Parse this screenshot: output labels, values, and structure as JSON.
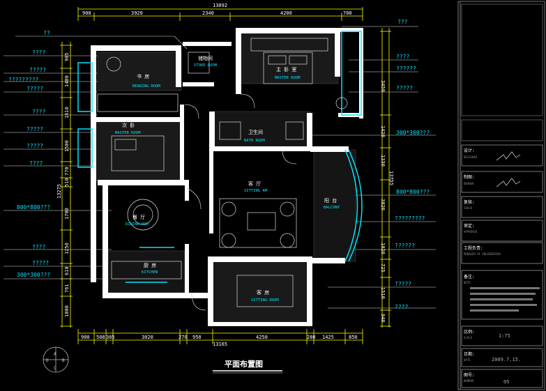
{
  "dimensions_top": {
    "overall": "13092",
    "segments": [
      "900",
      "3920",
      "2340",
      "4200",
      "700"
    ]
  },
  "dimensions_bottom": {
    "overall": "13165",
    "segments": [
      "900",
      "508",
      "305",
      "3020",
      "270",
      "950",
      "4250",
      "280",
      "1425",
      "850"
    ]
  },
  "dimensions_left": {
    "overall": "13275",
    "segments": [
      "905",
      "1480",
      "1610",
      "1500",
      "770",
      "510",
      "1700",
      "1250",
      "610",
      "761",
      "1800"
    ]
  },
  "dimensions_right": {
    "overall": "13755",
    "segments": [
      "3450",
      "1420",
      "1330",
      "3020",
      "1020",
      "725",
      "1510",
      "940"
    ]
  },
  "annotations_left": [
    "??",
    "????",
    "?????",
    "?????????",
    "?????",
    "????",
    "?????",
    "?????",
    "????",
    "800*800???",
    "????",
    "?????",
    "300*300???"
  ],
  "annotations_right": [
    "???",
    "????",
    "??????",
    "?????",
    "300*300???",
    "800*800???",
    "?????????",
    "??????",
    "?????",
    "????"
  ],
  "rooms": [
    {
      "cn": "书  房",
      "en": "READING ROOM"
    },
    {
      "cn": "储物间",
      "en": "STORE ROOM"
    },
    {
      "cn": "主 卧 室",
      "en": "MASTER ROOM"
    },
    {
      "cn": "次  卧",
      "en": "MASTER ROOM"
    },
    {
      "cn": "卫生间",
      "en": "BATH ROOM"
    },
    {
      "cn": "客  厅",
      "en": "SITTING RM"
    },
    {
      "cn": "阳  台",
      "en": "BALCONY"
    },
    {
      "cn": "餐  厅",
      "en": "DINING ROO"
    },
    {
      "cn": "厨  房",
      "en": "KITCHEN"
    },
    {
      "cn": "客  房",
      "en": "SITTING ROOM"
    }
  ],
  "drawing_title": "平面布置图",
  "compass": [
    "A",
    "B",
    "C",
    "D"
  ],
  "title_block": {
    "design_cn": "设计:",
    "design_en": "DESIGNER",
    "drawn_cn": "制图:",
    "drawn_en": "DRAWER",
    "check_cn": "复核:",
    "check_en": "CHECK",
    "approve_cn": "审定:",
    "approve_en": "APPROVED",
    "manager_cn": "工程负责:",
    "manager_en": "MANAGER OF ENGINEERING",
    "note_cn": "备注:",
    "note_en": "NOTE",
    "scale_cn": "比例:",
    "scale_en": "SCALE",
    "scale_value": "1:75",
    "date_cn": "日期:",
    "date_en": "DATE",
    "date_value": "2009.7.15.",
    "number_cn": "图号:",
    "number_en": "NUMBER",
    "number_value": "05"
  },
  "colors": {
    "wall": "#ffffff",
    "annotation": "#00e5ff",
    "dimension": "#ffff00",
    "background": "#000000"
  }
}
